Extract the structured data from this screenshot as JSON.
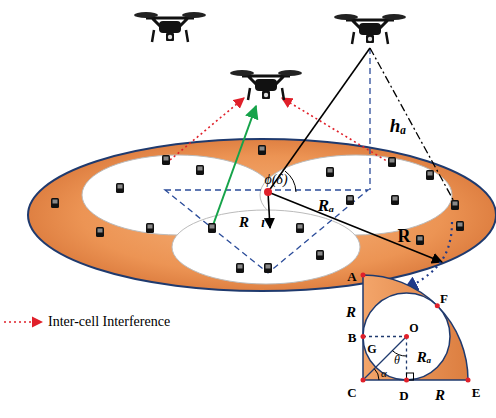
{
  "diagram": {
    "labels": [
      "hₐ",
      "ϕ(δ)",
      "Rₐ",
      "R⃗ₗ",
      "R",
      "A",
      "R",
      "B",
      "O",
      "θ",
      "Rₐ",
      "G",
      "α",
      "C",
      "D",
      "R",
      "E",
      "F"
    ],
    "legend": [
      {
        "text": "Inter-cell Interference"
      }
    ]
  }
}
